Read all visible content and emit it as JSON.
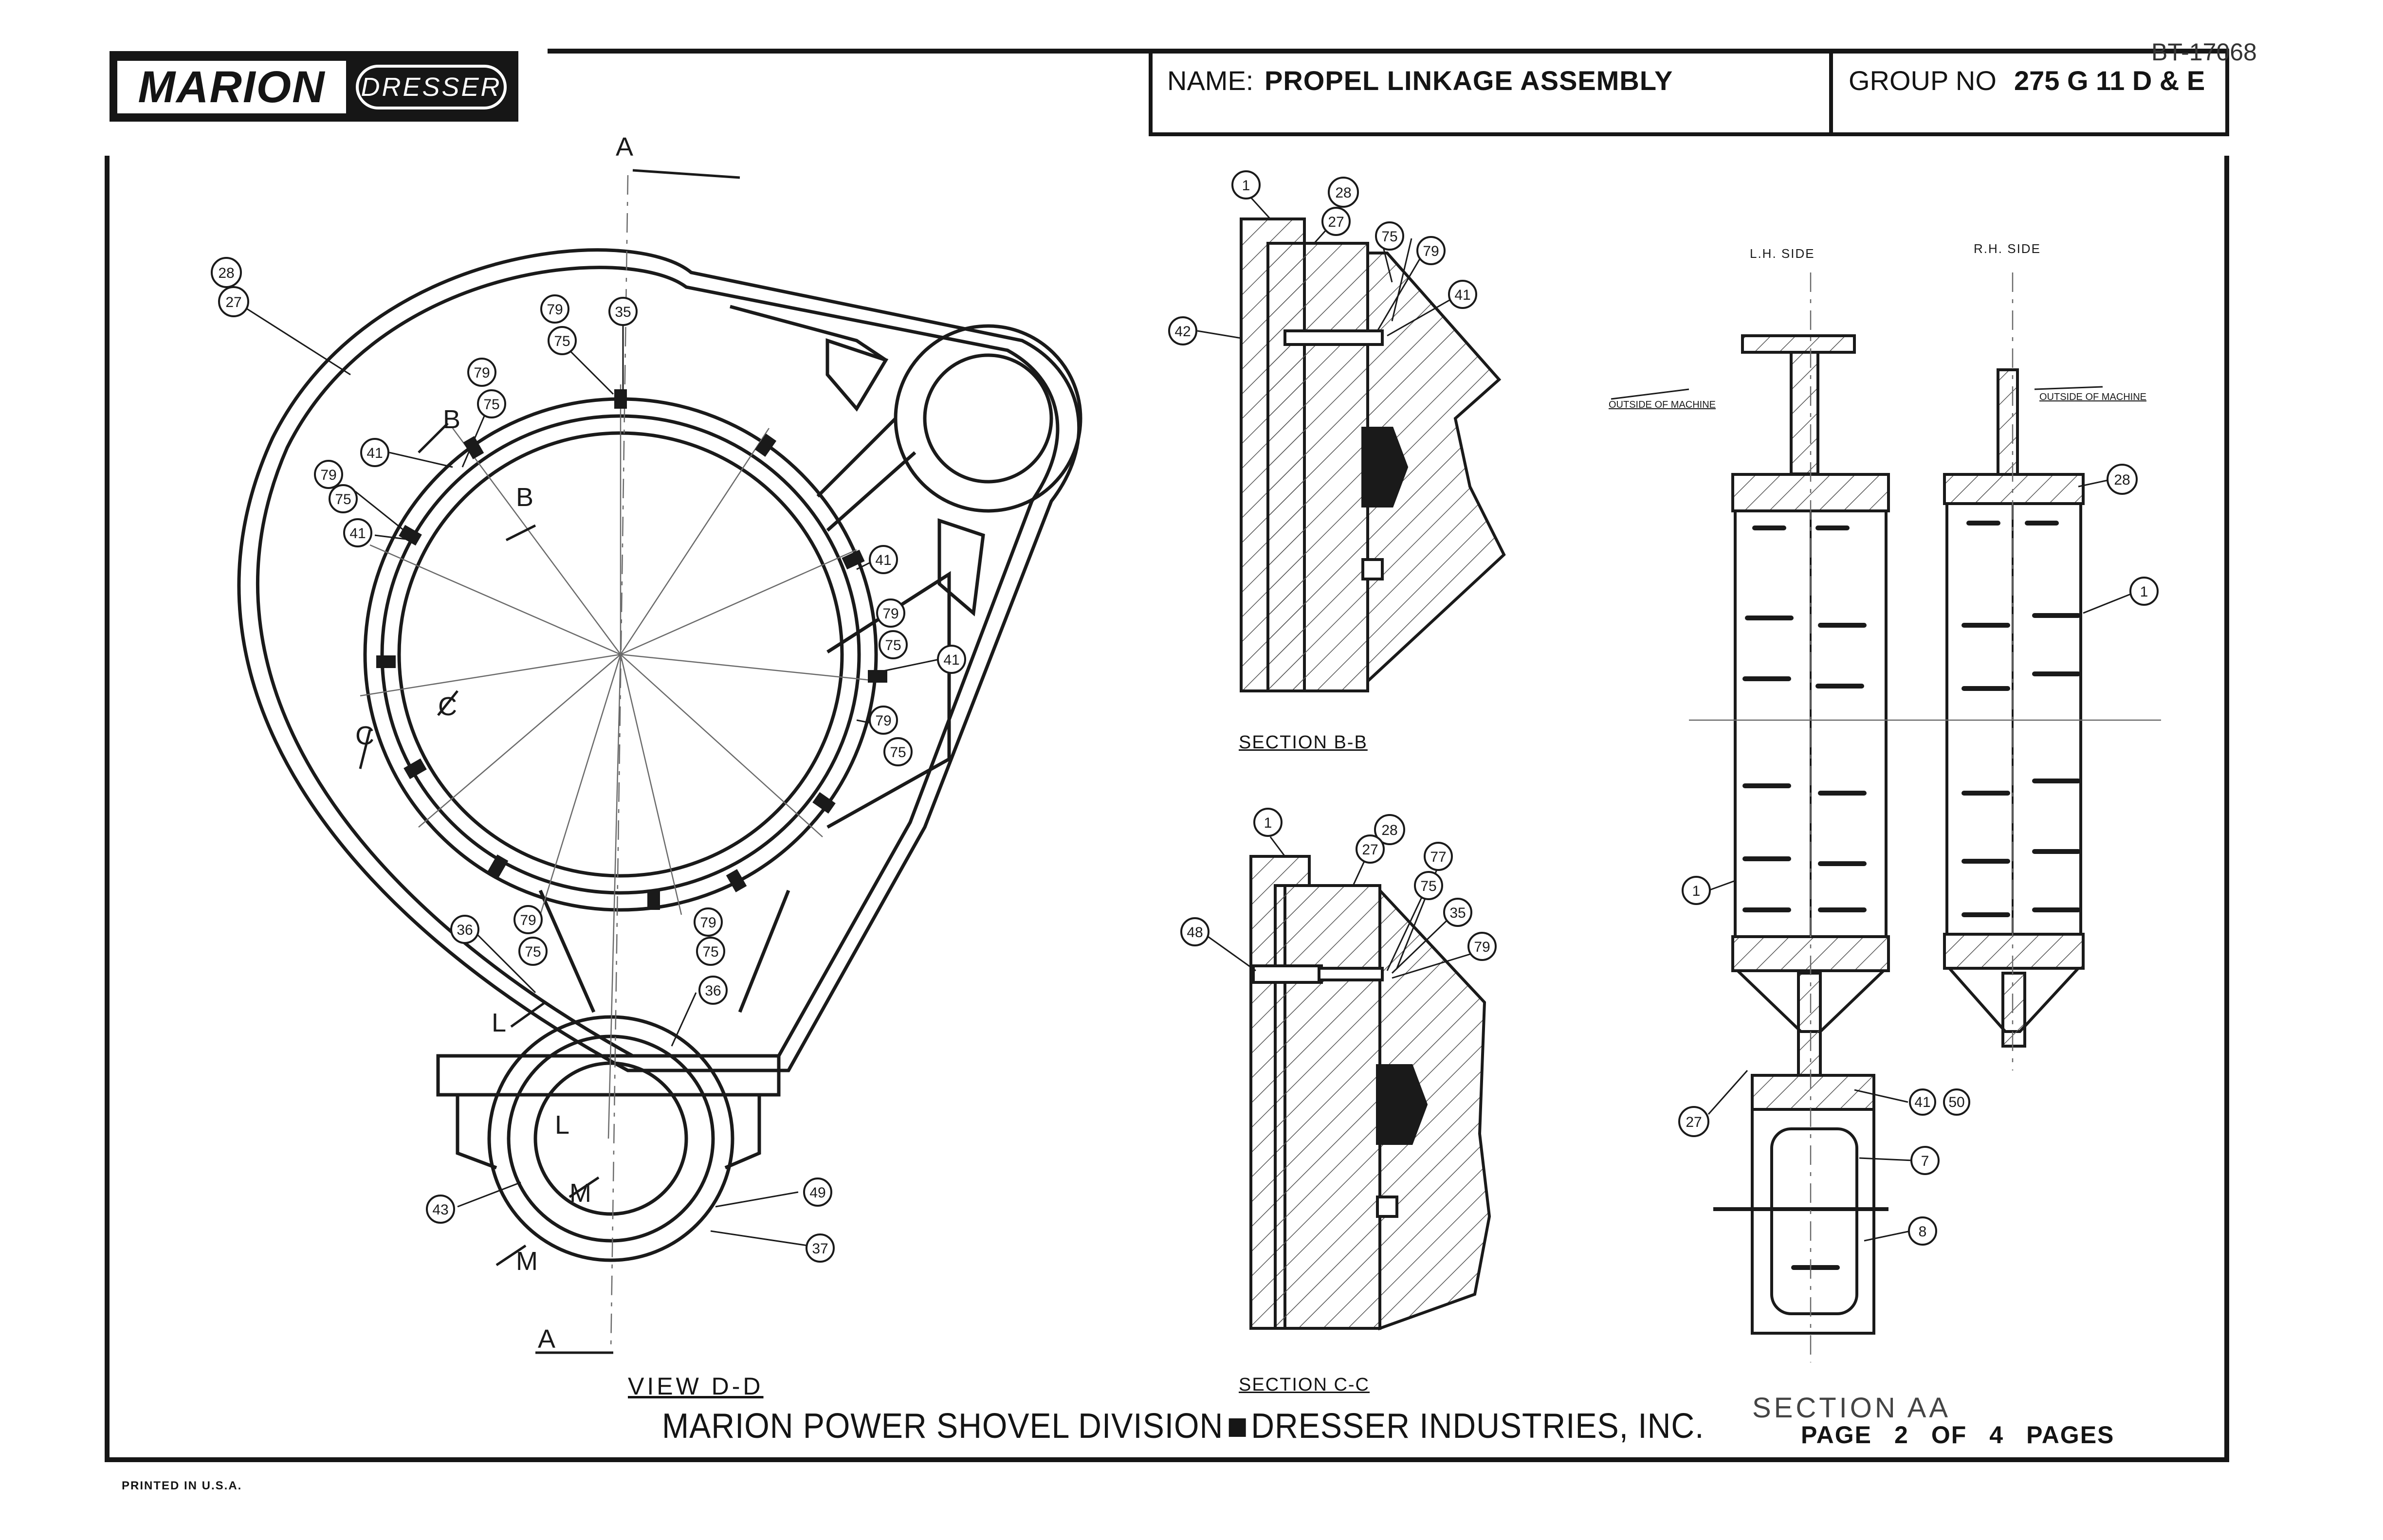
{
  "logo": {
    "brand": "MARION",
    "partner": "DRESSER"
  },
  "title_block": {
    "name_label": "NAME:",
    "name_value": "PROPEL LINKAGE ASSEMBLY",
    "group_label": "GROUP NO",
    "group_value": "275 G 11 D & E",
    "doc_number": "BT-17068"
  },
  "views": {
    "view_dd": "VIEW D-D",
    "section_bb": "SECTION B-B",
    "section_cc": "SECTION C-C",
    "section_aa": "SECTION AA"
  },
  "section_aa_labels": {
    "lh_side": "L.H. SIDE",
    "rh_side": "R.H. SIDE",
    "outside_left": "OUTSIDE OF MACHINE",
    "outside_right": "OUTSIDE OF MACHINE"
  },
  "view_letters": {
    "a": "A",
    "b": "B",
    "c": "C",
    "l": "L",
    "m": "M"
  },
  "balloons": {
    "b1": "1",
    "b7": "7",
    "b8": "8",
    "b27": "27",
    "b28": "28",
    "b35": "35",
    "b36": "36",
    "b37": "37",
    "b41": "41",
    "b42": "42",
    "b43": "43",
    "b48": "48",
    "b49": "49",
    "b50": "50",
    "b75": "75",
    "b77": "77",
    "b79": "79"
  },
  "footer": {
    "company_left": "MARION POWER SHOVEL DIVISION",
    "company_right": "DRESSER INDUSTRIES, INC.",
    "page_word": "PAGE",
    "page_current": "2",
    "of_word": "OF",
    "page_total": "4",
    "pages_word": "PAGES",
    "printed": "PRINTED IN U.S.A."
  }
}
